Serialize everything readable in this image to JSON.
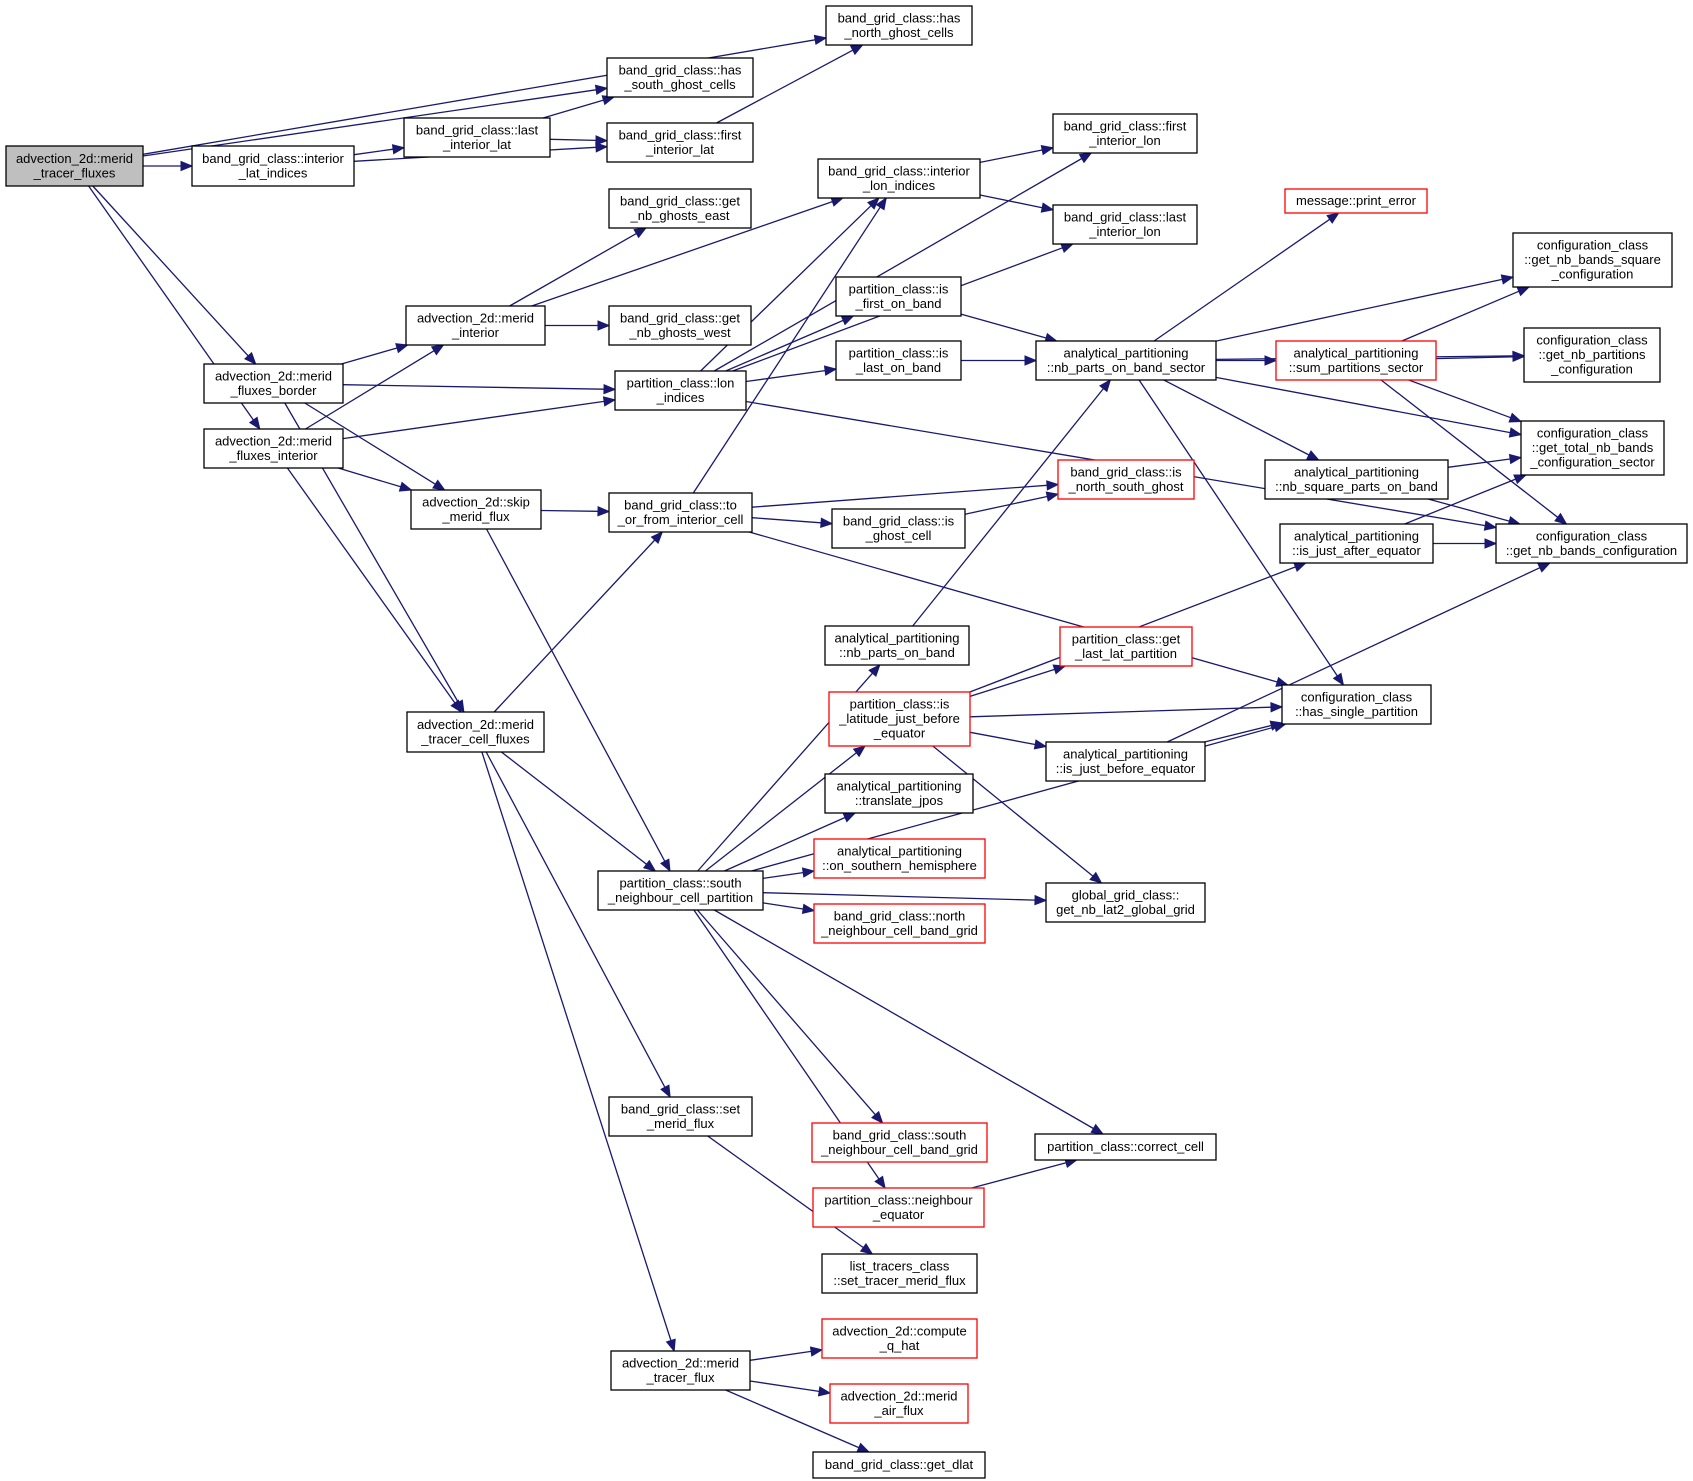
{
  "nodes": [
    {
      "id": "merid_tracer_fluxes",
      "lines": [
        "advection_2d::merid",
        "_tracer_fluxes"
      ],
      "style": "root"
    },
    {
      "id": "has_north_ghost_cells",
      "lines": [
        "band_grid_class::has",
        "_north_ghost_cells"
      ],
      "style": "normal"
    },
    {
      "id": "has_south_ghost_cells",
      "lines": [
        "band_grid_class::has",
        "_south_ghost_cells"
      ],
      "style": "normal"
    },
    {
      "id": "interior_lat_indices",
      "lines": [
        "band_grid_class::interior",
        "_lat_indices"
      ],
      "style": "normal"
    },
    {
      "id": "last_interior_lat",
      "lines": [
        "band_grid_class::last",
        "_interior_lat"
      ],
      "style": "normal"
    },
    {
      "id": "first_interior_lat",
      "lines": [
        "band_grid_class::first",
        "_interior_lat"
      ],
      "style": "normal"
    },
    {
      "id": "first_interior_lon",
      "lines": [
        "band_grid_class::first",
        "_interior_lon"
      ],
      "style": "normal"
    },
    {
      "id": "interior_lon_indices",
      "lines": [
        "band_grid_class::interior",
        "_lon_indices"
      ],
      "style": "normal"
    },
    {
      "id": "last_interior_lon",
      "lines": [
        "band_grid_class::last",
        "_interior_lon"
      ],
      "style": "normal"
    },
    {
      "id": "get_nb_ghosts_east",
      "lines": [
        "band_grid_class::get",
        "_nb_ghosts_east"
      ],
      "style": "normal"
    },
    {
      "id": "print_error",
      "lines": [
        "message::print_error"
      ],
      "style": "red"
    },
    {
      "id": "get_nb_bands_square_configuration",
      "lines": [
        "configuration_class",
        "::get_nb_bands_square",
        "_configuration"
      ],
      "style": "normal"
    },
    {
      "id": "is_first_on_band",
      "lines": [
        "partition_class::is",
        "_first_on_band"
      ],
      "style": "normal"
    },
    {
      "id": "merid_interior",
      "lines": [
        "advection_2d::merid",
        "_interior"
      ],
      "style": "normal"
    },
    {
      "id": "get_nb_ghosts_west",
      "lines": [
        "band_grid_class::get",
        "_nb_ghosts_west"
      ],
      "style": "normal"
    },
    {
      "id": "get_nb_partitions_configuration",
      "lines": [
        "configuration_class",
        "::get_nb_partitions",
        "_configuration"
      ],
      "style": "normal"
    },
    {
      "id": "merid_fluxes_border",
      "lines": [
        "advection_2d::merid",
        "_fluxes_border"
      ],
      "style": "normal"
    },
    {
      "id": "is_last_on_band",
      "lines": [
        "partition_class::is",
        "_last_on_band"
      ],
      "style": "normal"
    },
    {
      "id": "nb_parts_on_band_sector",
      "lines": [
        "analytical_partitioning",
        "::nb_parts_on_band_sector"
      ],
      "style": "normal"
    },
    {
      "id": "sum_partitions_sector",
      "lines": [
        "analytical_partitioning",
        "::sum_partitions_sector"
      ],
      "style": "red"
    },
    {
      "id": "lon_indices",
      "lines": [
        "partition_class::lon",
        "_indices"
      ],
      "style": "normal"
    },
    {
      "id": "merid_fluxes_interior",
      "lines": [
        "advection_2d::merid",
        "_fluxes_interior"
      ],
      "style": "normal"
    },
    {
      "id": "get_total_nb_bands_configuration_sector",
      "lines": [
        "configuration_class",
        "::get_total_nb_bands",
        "_configuration_sector"
      ],
      "style": "normal"
    },
    {
      "id": "is_north_south_ghost",
      "lines": [
        "band_grid_class::is",
        "_north_south_ghost"
      ],
      "style": "red"
    },
    {
      "id": "nb_square_parts_on_band",
      "lines": [
        "analytical_partitioning",
        "::nb_square_parts_on_band"
      ],
      "style": "normal"
    },
    {
      "id": "skip_merid_flux",
      "lines": [
        "advection_2d::skip",
        "_merid_flux"
      ],
      "style": "normal"
    },
    {
      "id": "to_or_from_interior_cell",
      "lines": [
        "band_grid_class::to",
        "_or_from_interior_cell"
      ],
      "style": "normal"
    },
    {
      "id": "is_ghost_cell",
      "lines": [
        "band_grid_class::is",
        "_ghost_cell"
      ],
      "style": "normal"
    },
    {
      "id": "is_just_after_equator",
      "lines": [
        "analytical_partitioning",
        "::is_just_after_equator"
      ],
      "style": "normal"
    },
    {
      "id": "get_nb_bands_configuration",
      "lines": [
        "configuration_class",
        "::get_nb_bands_configuration"
      ],
      "style": "normal"
    },
    {
      "id": "nb_parts_on_band",
      "lines": [
        "analytical_partitioning",
        "::nb_parts_on_band"
      ],
      "style": "normal"
    },
    {
      "id": "get_last_lat_partition",
      "lines": [
        "partition_class::get",
        "_last_lat_partition"
      ],
      "style": "red"
    },
    {
      "id": "is_latitude_just_before_equator",
      "lines": [
        "partition_class::is",
        "_latitude_just_before",
        "_equator"
      ],
      "style": "red"
    },
    {
      "id": "has_single_partition",
      "lines": [
        "configuration_class",
        "::has_single_partition"
      ],
      "style": "normal"
    },
    {
      "id": "merid_tracer_cell_fluxes",
      "lines": [
        "advection_2d::merid",
        "_tracer_cell_fluxes"
      ],
      "style": "normal"
    },
    {
      "id": "is_just_before_equator",
      "lines": [
        "analytical_partitioning",
        "::is_just_before_equator"
      ],
      "style": "normal"
    },
    {
      "id": "translate_jpos",
      "lines": [
        "analytical_partitioning",
        "::translate_jpos"
      ],
      "style": "normal"
    },
    {
      "id": "on_southern_hemisphere",
      "lines": [
        "analytical_partitioning",
        "::on_southern_hemisphere"
      ],
      "style": "red"
    },
    {
      "id": "south_neighbour_cell_partition",
      "lines": [
        "partition_class::south",
        "_neighbour_cell_partition"
      ],
      "style": "normal"
    },
    {
      "id": "get_nb_lat2_global_grid",
      "lines": [
        "global_grid_class::",
        "get_nb_lat2_global_grid"
      ],
      "style": "normal"
    },
    {
      "id": "north_neighbour_cell_band_grid",
      "lines": [
        "band_grid_class::north",
        "_neighbour_cell_band_grid"
      ],
      "style": "red"
    },
    {
      "id": "set_merid_flux",
      "lines": [
        "band_grid_class::set",
        "_merid_flux"
      ],
      "style": "normal"
    },
    {
      "id": "south_neighbour_cell_band_grid",
      "lines": [
        "band_grid_class::south",
        "_neighbour_cell_band_grid"
      ],
      "style": "red"
    },
    {
      "id": "correct_cell",
      "lines": [
        "partition_class::correct_cell"
      ],
      "style": "normal"
    },
    {
      "id": "neighbour_equator",
      "lines": [
        "partition_class::neighbour",
        "_equator"
      ],
      "style": "red"
    },
    {
      "id": "set_tracer_merid_flux",
      "lines": [
        "list_tracers_class",
        "::set_tracer_merid_flux"
      ],
      "style": "normal"
    },
    {
      "id": "compute_q_hat",
      "lines": [
        "advection_2d::compute",
        "_q_hat"
      ],
      "style": "red"
    },
    {
      "id": "merid_tracer_flux",
      "lines": [
        "advection_2d::merid",
        "_tracer_flux"
      ],
      "style": "normal"
    },
    {
      "id": "merid_air_flux",
      "lines": [
        "advection_2d::merid",
        "_air_flux"
      ],
      "style": "red"
    },
    {
      "id": "get_dlat",
      "lines": [
        "band_grid_class::get_dlat"
      ],
      "style": "normal"
    }
  ],
  "edges": [
    [
      "merid_tracer_fluxes",
      "has_north_ghost_cells"
    ],
    [
      "merid_tracer_fluxes",
      "has_south_ghost_cells"
    ],
    [
      "merid_tracer_fluxes",
      "interior_lat_indices"
    ],
    [
      "merid_tracer_fluxes",
      "merid_fluxes_border"
    ],
    [
      "merid_tracer_fluxes",
      "merid_fluxes_interior"
    ],
    [
      "interior_lat_indices",
      "last_interior_lat"
    ],
    [
      "interior_lat_indices",
      "first_interior_lat"
    ],
    [
      "last_interior_lat",
      "has_south_ghost_cells"
    ],
    [
      "last_interior_lat",
      "first_interior_lat"
    ],
    [
      "first_interior_lat",
      "has_north_ghost_cells"
    ],
    [
      "interior_lon_indices",
      "first_interior_lon"
    ],
    [
      "interior_lon_indices",
      "last_interior_lon"
    ],
    [
      "merid_interior",
      "get_nb_ghosts_east"
    ],
    [
      "merid_interior",
      "interior_lon_indices"
    ],
    [
      "merid_interior",
      "get_nb_ghosts_west"
    ],
    [
      "merid_fluxes_border",
      "merid_interior"
    ],
    [
      "merid_fluxes_border",
      "lon_indices"
    ],
    [
      "merid_fluxes_border",
      "skip_merid_flux"
    ],
    [
      "merid_fluxes_border",
      "merid_tracer_cell_fluxes"
    ],
    [
      "merid_fluxes_interior",
      "merid_interior"
    ],
    [
      "merid_fluxes_interior",
      "lon_indices"
    ],
    [
      "merid_fluxes_interior",
      "skip_merid_flux"
    ],
    [
      "merid_fluxes_interior",
      "merid_tracer_cell_fluxes"
    ],
    [
      "lon_indices",
      "first_interior_lon"
    ],
    [
      "lon_indices",
      "interior_lon_indices"
    ],
    [
      "lon_indices",
      "last_interior_lon"
    ],
    [
      "lon_indices",
      "is_first_on_band"
    ],
    [
      "lon_indices",
      "is_last_on_band"
    ],
    [
      "lon_indices",
      "get_nb_bands_configuration"
    ],
    [
      "is_first_on_band",
      "nb_parts_on_band_sector"
    ],
    [
      "is_last_on_band",
      "nb_parts_on_band_sector"
    ],
    [
      "nb_parts_on_band_sector",
      "print_error"
    ],
    [
      "nb_parts_on_band_sector",
      "get_nb_bands_square_configuration"
    ],
    [
      "nb_parts_on_band_sector",
      "get_nb_partitions_configuration"
    ],
    [
      "nb_parts_on_band_sector",
      "sum_partitions_sector"
    ],
    [
      "nb_parts_on_band_sector",
      "get_total_nb_bands_configuration_sector"
    ],
    [
      "nb_parts_on_band_sector",
      "nb_square_parts_on_band"
    ],
    [
      "nb_parts_on_band_sector",
      "has_single_partition"
    ],
    [
      "sum_partitions_sector",
      "get_nb_bands_square_configuration"
    ],
    [
      "sum_partitions_sector",
      "get_nb_partitions_configuration"
    ],
    [
      "sum_partitions_sector",
      "get_total_nb_bands_configuration_sector"
    ],
    [
      "sum_partitions_sector",
      "get_nb_bands_configuration"
    ],
    [
      "nb_square_parts_on_band",
      "get_total_nb_bands_configuration_sector"
    ],
    [
      "nb_square_parts_on_band",
      "get_nb_bands_configuration"
    ],
    [
      "is_just_after_equator",
      "get_total_nb_bands_configuration_sector"
    ],
    [
      "is_just_after_equator",
      "get_nb_bands_configuration"
    ],
    [
      "skip_merid_flux",
      "to_or_from_interior_cell"
    ],
    [
      "skip_merid_flux",
      "south_neighbour_cell_partition"
    ],
    [
      "to_or_from_interior_cell",
      "interior_lon_indices"
    ],
    [
      "to_or_from_interior_cell",
      "is_north_south_ghost"
    ],
    [
      "to_or_from_interior_cell",
      "is_ghost_cell"
    ],
    [
      "to_or_from_interior_cell",
      "has_single_partition"
    ],
    [
      "is_ghost_cell",
      "is_north_south_ghost"
    ],
    [
      "merid_tracer_cell_fluxes",
      "to_or_from_interior_cell"
    ],
    [
      "merid_tracer_cell_fluxes",
      "south_neighbour_cell_partition"
    ],
    [
      "merid_tracer_cell_fluxes",
      "set_merid_flux"
    ],
    [
      "merid_tracer_cell_fluxes",
      "merid_tracer_flux"
    ],
    [
      "nb_parts_on_band",
      "nb_parts_on_band_sector"
    ],
    [
      "is_latitude_just_before_equator",
      "is_just_after_equator"
    ],
    [
      "is_latitude_just_before_equator",
      "get_last_lat_partition"
    ],
    [
      "is_latitude_just_before_equator",
      "has_single_partition"
    ],
    [
      "is_latitude_just_before_equator",
      "is_just_before_equator"
    ],
    [
      "is_latitude_just_before_equator",
      "get_nb_lat2_global_grid"
    ],
    [
      "is_just_before_equator",
      "has_single_partition"
    ],
    [
      "is_just_before_equator",
      "get_nb_bands_configuration"
    ],
    [
      "south_neighbour_cell_partition",
      "nb_parts_on_band"
    ],
    [
      "south_neighbour_cell_partition",
      "is_latitude_just_before_equator"
    ],
    [
      "south_neighbour_cell_partition",
      "translate_jpos"
    ],
    [
      "south_neighbour_cell_partition",
      "on_southern_hemisphere"
    ],
    [
      "south_neighbour_cell_partition",
      "north_neighbour_cell_band_grid"
    ],
    [
      "south_neighbour_cell_partition",
      "get_nb_lat2_global_grid"
    ],
    [
      "south_neighbour_cell_partition",
      "has_single_partition"
    ],
    [
      "south_neighbour_cell_partition",
      "correct_cell"
    ],
    [
      "south_neighbour_cell_partition",
      "south_neighbour_cell_band_grid"
    ],
    [
      "south_neighbour_cell_partition",
      "neighbour_equator"
    ],
    [
      "neighbour_equator",
      "correct_cell"
    ],
    [
      "set_merid_flux",
      "set_tracer_merid_flux"
    ],
    [
      "merid_tracer_flux",
      "compute_q_hat"
    ],
    [
      "merid_tracer_flux",
      "merid_air_flux"
    ],
    [
      "merid_tracer_flux",
      "get_dlat"
    ]
  ]
}
